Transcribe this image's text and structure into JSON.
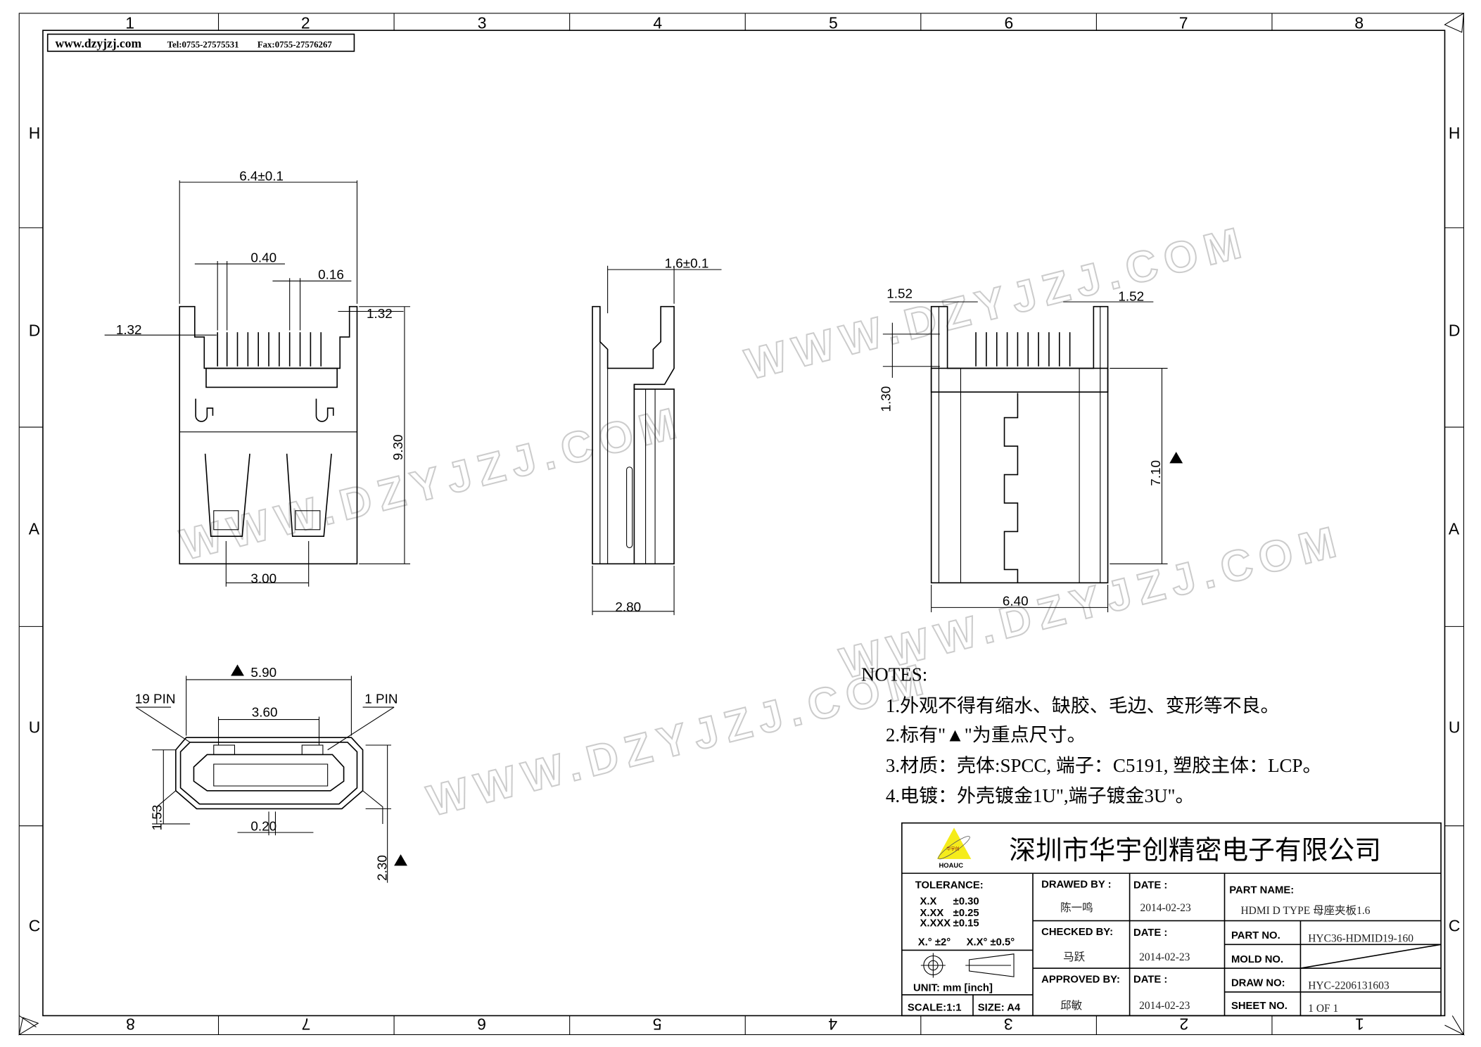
{
  "header": {
    "website": "www.dzyjzj.com",
    "tel": "Tel:0755-27575531",
    "fax": "Fax:0755-27576267"
  },
  "grid": {
    "columns": [
      "1",
      "2",
      "3",
      "4",
      "5",
      "6",
      "7",
      "8"
    ],
    "rows": [
      "H",
      "D",
      "A",
      "U",
      "C"
    ],
    "bottom_columns": [
      "8",
      "7",
      "6",
      "5",
      "4",
      "3",
      "2",
      "1"
    ]
  },
  "watermark": "WWW.DZYJZJ.COM",
  "dimensions": {
    "front_width": "6.4±0.1",
    "pin_pitch": "0.40",
    "pin_width": "0.16",
    "left_offset": "1.32",
    "right_offset": "1.32",
    "front_height": "9.30",
    "tab_spacing": "3.00",
    "side_top": "1.6±0.1",
    "side_width": "2.80",
    "rear_left": "1.52",
    "rear_right": "1.52",
    "rear_top": "1.30",
    "rear_height": "7.10",
    "rear_width": "6.40",
    "bottom_width": "5.90",
    "inner_width": "3.60",
    "pin19": "19 PIN",
    "pin1": "1 PIN",
    "bottom_height": "1.53",
    "pitch": "0.20",
    "overall_height": "2.30"
  },
  "notes": {
    "title": "NOTES:",
    "items": [
      "1.外观不得有缩水、缺胶、毛边、变形等不良。",
      "2.标有\"▲\"为重点尺寸。",
      "3.材质：壳体:SPCC, 端子：C5191, 塑胶主体：LCP。",
      "4.电镀：外壳镀金1U\",端子镀金3U\"。"
    ]
  },
  "title_block": {
    "company": "深圳市华宇创精密电子有限公司",
    "logo_text": "HOAUC",
    "logo_cn": "华宇创",
    "tolerance_label": "TOLERANCE:",
    "tolerances": [
      [
        "X.X",
        "±0.30"
      ],
      [
        "X.XX",
        "±0.25"
      ],
      [
        "X.XXX",
        "±0.15"
      ]
    ],
    "angle_tol": [
      "X.° ±2°",
      "X.X° ±0.5°"
    ],
    "unit": "UNIT:  mm  [inch]",
    "scale": "SCALE:1:1",
    "size": "SIZE:  A4",
    "drawed_by_label": "DRAWED BY :",
    "drawed_by": "陈一鸣",
    "checked_by_label": "CHECKED BY:",
    "checked_by": "马跃",
    "approved_by_label": "APPROVED BY:",
    "approved_by": "邱敏",
    "date_label": "DATE :",
    "dates": [
      "2014-02-23",
      "2014-02-23",
      "2014-02-23"
    ],
    "part_name_label": "PART NAME:",
    "part_name": "HDMI D TYPE 母座夹板1.6",
    "part_no_label": "PART NO.",
    "part_no": "HYC36-HDMID19-160",
    "mold_no_label": "MOLD NO.",
    "draw_no_label": "DRAW NO:",
    "draw_no": "HYC-2206131603",
    "sheet_no_label": "SHEET NO.",
    "sheet_no": "1 OF 1"
  }
}
